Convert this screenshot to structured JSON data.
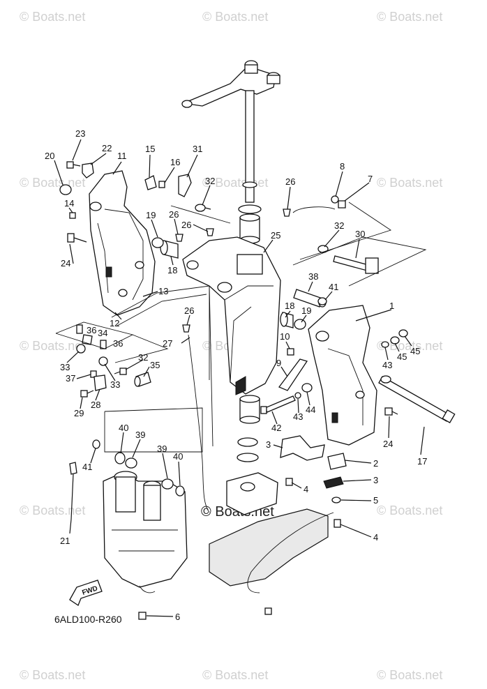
{
  "watermark": {
    "text": "© Boats.net",
    "center_text": "© Boats.net"
  },
  "diagram_code": "6ALD100-R260",
  "fwd_label": "FWD",
  "callouts": [
    {
      "id": "c23",
      "label": "23"
    },
    {
      "id": "c22",
      "label": "22"
    },
    {
      "id": "c20",
      "label": "20"
    },
    {
      "id": "c11",
      "label": "11"
    },
    {
      "id": "c15",
      "label": "15"
    },
    {
      "id": "c16",
      "label": "16"
    },
    {
      "id": "c31",
      "label": "31"
    },
    {
      "id": "c8",
      "label": "8"
    },
    {
      "id": "c7",
      "label": "7"
    },
    {
      "id": "c14",
      "label": "14"
    },
    {
      "id": "c32a",
      "label": "32"
    },
    {
      "id": "c26a",
      "label": "26"
    },
    {
      "id": "c19a",
      "label": "19"
    },
    {
      "id": "c26b",
      "label": "26"
    },
    {
      "id": "c26c",
      "label": "26"
    },
    {
      "id": "c32b",
      "label": "32"
    },
    {
      "id": "c30",
      "label": "30"
    },
    {
      "id": "c24a",
      "label": "24"
    },
    {
      "id": "c18a",
      "label": "18"
    },
    {
      "id": "c25",
      "label": "25"
    },
    {
      "id": "c13",
      "label": "13"
    },
    {
      "id": "c38",
      "label": "38"
    },
    {
      "id": "c41a",
      "label": "41"
    },
    {
      "id": "c18b",
      "label": "18"
    },
    {
      "id": "c19b",
      "label": "19"
    },
    {
      "id": "c1",
      "label": "1"
    },
    {
      "id": "c12",
      "label": "12"
    },
    {
      "id": "c26d",
      "label": "26"
    },
    {
      "id": "c34",
      "label": "34"
    },
    {
      "id": "c36a",
      "label": "36"
    },
    {
      "id": "c36b",
      "label": "36"
    },
    {
      "id": "c27",
      "label": "27"
    },
    {
      "id": "c10",
      "label": "10"
    },
    {
      "id": "c43a",
      "label": "43"
    },
    {
      "id": "c45a",
      "label": "45"
    },
    {
      "id": "c45b",
      "label": "45"
    },
    {
      "id": "c33a",
      "label": "33"
    },
    {
      "id": "c32c",
      "label": "32"
    },
    {
      "id": "c35",
      "label": "35"
    },
    {
      "id": "c9",
      "label": "9"
    },
    {
      "id": "c37",
      "label": "37"
    },
    {
      "id": "c33b",
      "label": "33"
    },
    {
      "id": "c44",
      "label": "44"
    },
    {
      "id": "c43b",
      "label": "43"
    },
    {
      "id": "c29",
      "label": "29"
    },
    {
      "id": "c28",
      "label": "28"
    },
    {
      "id": "c42",
      "label": "42"
    },
    {
      "id": "c24b",
      "label": "24"
    },
    {
      "id": "c40a",
      "label": "40"
    },
    {
      "id": "c39a",
      "label": "39"
    },
    {
      "id": "c3a",
      "label": "3"
    },
    {
      "id": "c17",
      "label": "17"
    },
    {
      "id": "c41b",
      "label": "41"
    },
    {
      "id": "c39b",
      "label": "39"
    },
    {
      "id": "c40b",
      "label": "40"
    },
    {
      "id": "c2",
      "label": "2"
    },
    {
      "id": "c4a",
      "label": "4"
    },
    {
      "id": "c3b",
      "label": "3"
    },
    {
      "id": "c5",
      "label": "5"
    },
    {
      "id": "c21",
      "label": "21"
    },
    {
      "id": "c4b",
      "label": "4"
    },
    {
      "id": "c6",
      "label": "6"
    }
  ]
}
